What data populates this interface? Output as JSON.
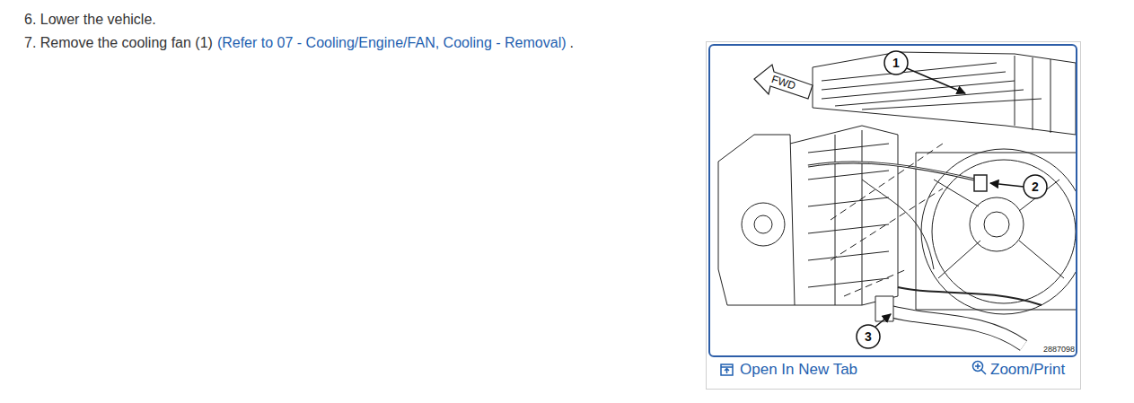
{
  "diagram": {
    "labels": [
      "6. Lower the vehicle.",
      "7. Remove the cooling fan (1)",
      "(Refer to 07 - Cooling/Engine/FAN, Cooling - Removal)",
      ".",
      "FWD",
      "1",
      "2",
      "3",
      "2887098",
      "Open In New Tab",
      "Zoom/Print"
    ]
  }
}
